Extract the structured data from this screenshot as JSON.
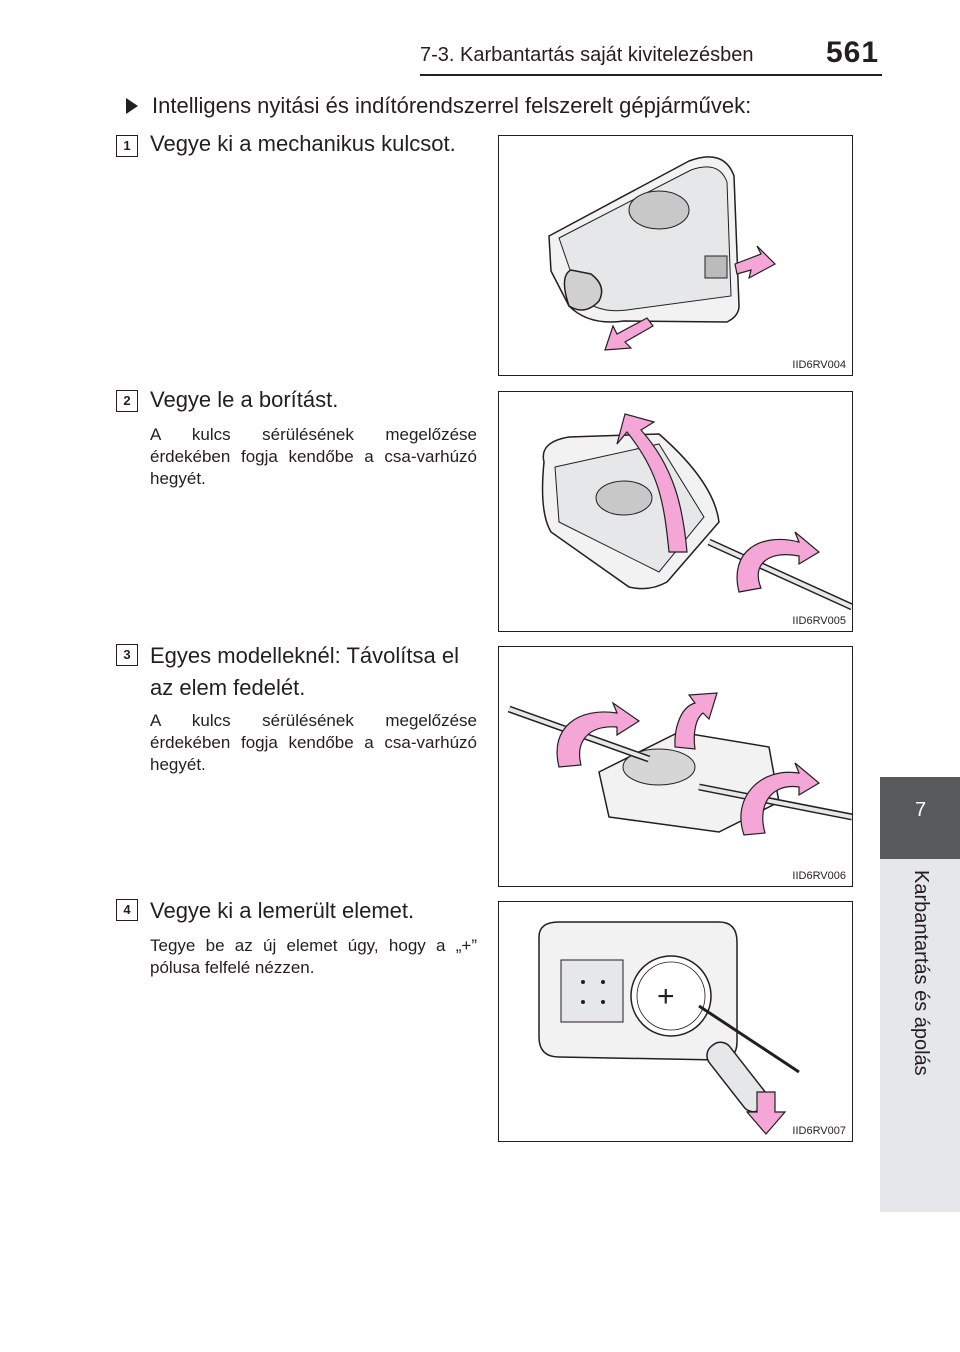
{
  "header": {
    "section_title": "7-3. Karbantartás saját kivitelezésben",
    "page_number": "561"
  },
  "side_tab": {
    "chapter_number": "7",
    "chapter_title": "Karbantartás és ápolás"
  },
  "intro": {
    "text": "Intelligens nyitási és indítórendszerrel felszerelt gépjárművek:"
  },
  "steps": [
    {
      "number": "1",
      "title": "Vegye ki a mechanikus kulcsot.",
      "note": "",
      "figure_code": "IID6RV004"
    },
    {
      "number": "2",
      "title": "Vegye le a borítást.",
      "note": "A kulcs sérülésének megelőzése érdekében fogja kendőbe a csa-varhúzó hegyét.",
      "figure_code": "IID6RV005"
    },
    {
      "number": "3",
      "title": "Egyes modelleknél: Távolítsa el az elem fedelét.",
      "note": "A kulcs sérülésének megelőzése érdekében fogja kendőbe a csa-varhúzó hegyét.",
      "figure_code": "IID6RV006"
    },
    {
      "number": "4",
      "title": "Vegye ki a lemerült elemet.",
      "note": "Tegye be az új elemet úgy, hogy a „+” pólusa felfelé nézzen.",
      "figure_code": "IID6RV007"
    }
  ],
  "figure_labels": {
    "plus_sign": "+"
  },
  "colors": {
    "arrow_pink": "#f4a6d7",
    "tab_dark": "#58595b",
    "tab_light": "#e6e7e8"
  }
}
